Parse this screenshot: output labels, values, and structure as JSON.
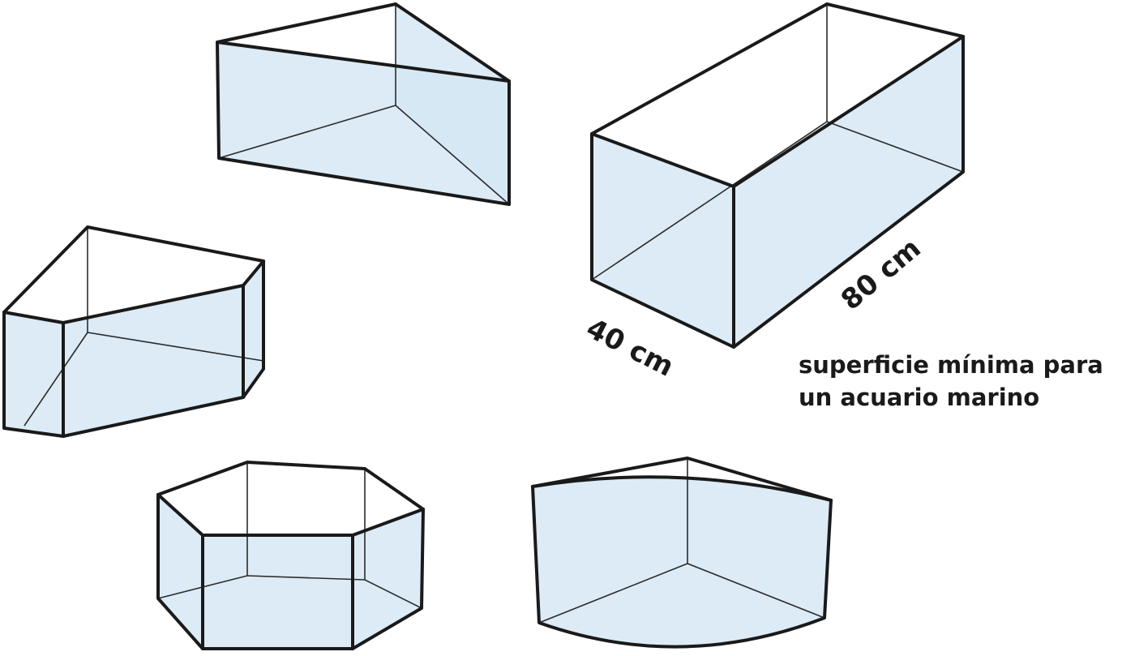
{
  "labels": {
    "width": "40 cm",
    "length": "80 cm"
  },
  "caption": {
    "line1": "superficie mínima para",
    "line2": "un acuario marino"
  },
  "shapes": [
    "triangular-prism",
    "rectangular-prism",
    "pentagonal-prism",
    "hexagonal-prism",
    "quarter-cylinder"
  ],
  "colors": {
    "glass": "#d6e8f4",
    "edge": "#1a1a1a"
  }
}
